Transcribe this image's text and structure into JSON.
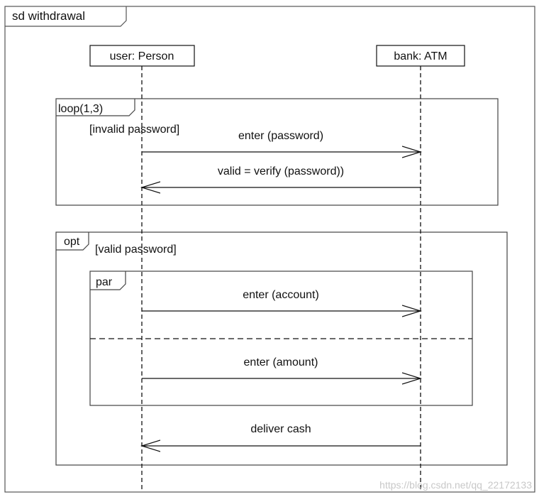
{
  "frame": {
    "title": "sd withdrawal"
  },
  "lifelines": {
    "user": {
      "label": "user: Person"
    },
    "bank": {
      "label": "bank: ATM"
    }
  },
  "loop": {
    "operator": "loop(1,3)",
    "guard": "[invalid password]",
    "messages": [
      {
        "text": "enter (password)",
        "from": "user",
        "to": "bank"
      },
      {
        "text": "valid = verify (password))",
        "from": "bank",
        "to": "user"
      }
    ]
  },
  "opt": {
    "operator": "opt",
    "guard": "[valid password]",
    "par": {
      "operator": "par",
      "messages": [
        {
          "text": "enter (account)",
          "from": "user",
          "to": "bank"
        },
        {
          "text": "enter (amount)",
          "from": "user",
          "to": "bank"
        }
      ]
    },
    "messages": [
      {
        "text": "deliver cash",
        "from": "bank",
        "to": "user"
      }
    ]
  },
  "watermark": "https://blog.csdn.net/qq_22172133",
  "colors": {
    "line": "#111111",
    "frame_border": "#555555",
    "background": "#ffffff",
    "watermark": "#c8c8c8"
  }
}
